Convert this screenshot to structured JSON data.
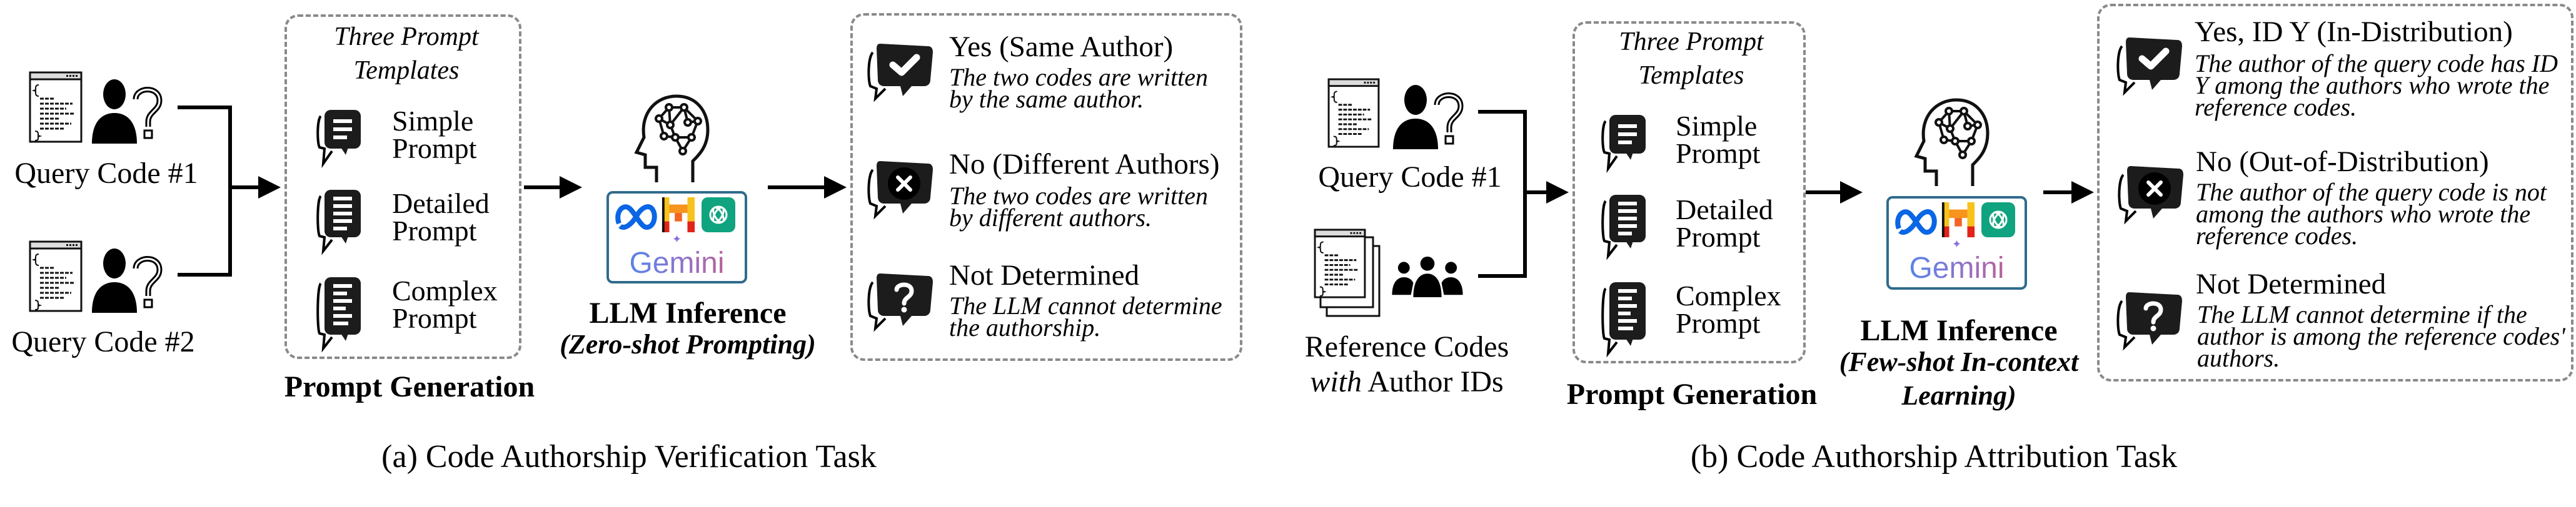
{
  "verification": {
    "inputs": [
      {
        "label": "Query Code #1"
      },
      {
        "label": "Query Code #2"
      }
    ],
    "prompt_box": {
      "title_line1": "Three Prompt",
      "title_line2": "Templates",
      "items": [
        {
          "label": "Simple Prompt"
        },
        {
          "label": "Detailed Prompt"
        },
        {
          "label": "Complex Prompt"
        }
      ],
      "caption": "Prompt Generation"
    },
    "llm": {
      "title": "LLM Inference",
      "subtitle": "(Zero-shot Prompting)",
      "logo_text": "Gemini"
    },
    "outputs": [
      {
        "title": "Yes (Same Author)",
        "desc": "The two codes are written by the same author.",
        "icon": "check-icon"
      },
      {
        "title": "No (Different Authors)",
        "desc": "The two codes are written by different authors.",
        "icon": "x-icon"
      },
      {
        "title": "Not Determined",
        "desc": "The LLM cannot determine the authorship.",
        "icon": "question-icon"
      }
    ],
    "caption": "(a) Code Authorship Verification Task"
  },
  "attribution": {
    "query": {
      "label": "Query Code #1"
    },
    "reference": {
      "line1": "Reference Codes",
      "line2_italic": "with",
      "line2_rest": " Author IDs"
    },
    "prompt_box": {
      "title_line1": "Three Prompt",
      "title_line2": "Templates",
      "items": [
        {
          "label": "Simple Prompt"
        },
        {
          "label": "Detailed Prompt"
        },
        {
          "label": "Complex Prompt"
        }
      ],
      "caption": "Prompt Generation"
    },
    "llm": {
      "title": "LLM Inference",
      "subtitle_line1": "(Few-shot In-context",
      "subtitle_line2": "Learning)",
      "logo_text": "Gemini"
    },
    "outputs": [
      {
        "title": "Yes, ID Y (In-Distribution)",
        "desc": "The author of the query code has ID Y among the authors who wrote the reference codes.",
        "icon": "check-icon"
      },
      {
        "title": "No (Out-of-Distribution)",
        "desc": "The author of the query code is not among the authors who wrote the reference codes.",
        "icon": "x-icon"
      },
      {
        "title": "Not Determined",
        "desc": "The LLM cannot determine if the author is among the reference codes' authors.",
        "icon": "question-icon"
      }
    ],
    "caption": "(b) Code Authorship Attribution Task"
  },
  "colors": {
    "logo_box_border": "#2f6b8c",
    "meta_blue": "#0a66e4",
    "openai_green": "#10a37f",
    "mistral_orange": "#f7941d",
    "dashed_border": "#8a8a8a"
  }
}
